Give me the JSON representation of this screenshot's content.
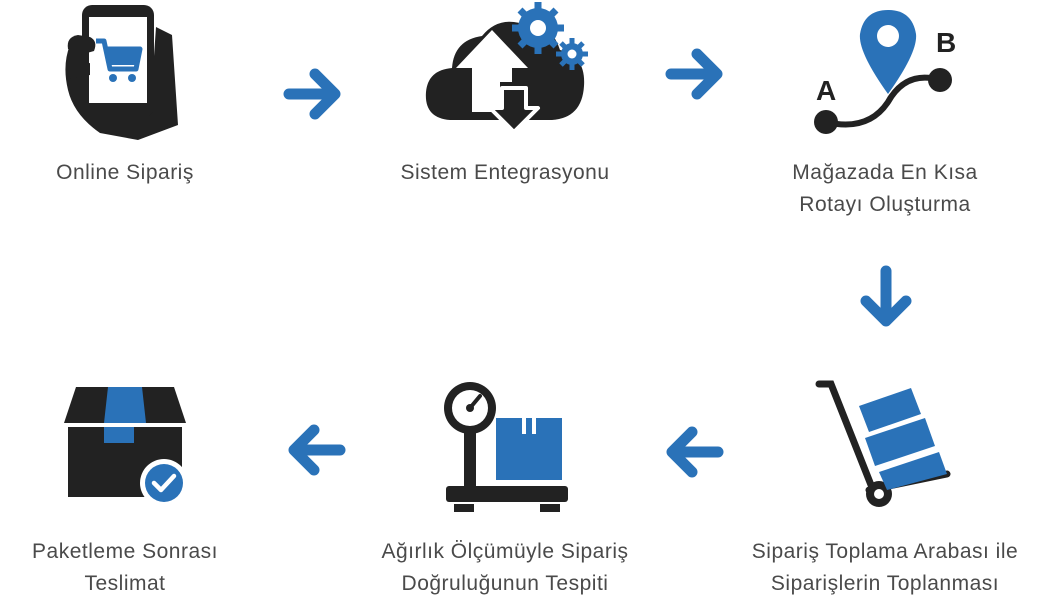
{
  "colors": {
    "accent": "#2a72b8",
    "dark": "#222222",
    "text": "#4a4a4a"
  },
  "steps": [
    {
      "icon": "phone-cart-icon",
      "lines": [
        "Online Sipariş"
      ]
    },
    {
      "icon": "cloud-sync-icon",
      "lines": [
        "Sistem Entegrasyonu"
      ]
    },
    {
      "icon": "route-map-icon",
      "lines": [
        "Mağazada En Kısa",
        "Rotayı Oluşturma"
      ],
      "point_a": "A",
      "point_b": "B"
    },
    {
      "icon": "hand-truck-icon",
      "lines": [
        "Sipariş Toplama Arabası ile",
        "Siparişlerin Toplanması"
      ]
    },
    {
      "icon": "weighing-scale-icon",
      "lines": [
        "Ağırlık Ölçümüyle Sipariş",
        "Doğruluğunun Tespiti"
      ]
    },
    {
      "icon": "package-check-icon",
      "lines": [
        "Paketleme Sonrası",
        "Teslimat"
      ]
    }
  ],
  "arrows": [
    "arrow-right-icon",
    "arrow-right-icon",
    "arrow-down-icon",
    "arrow-left-icon",
    "arrow-left-icon"
  ]
}
